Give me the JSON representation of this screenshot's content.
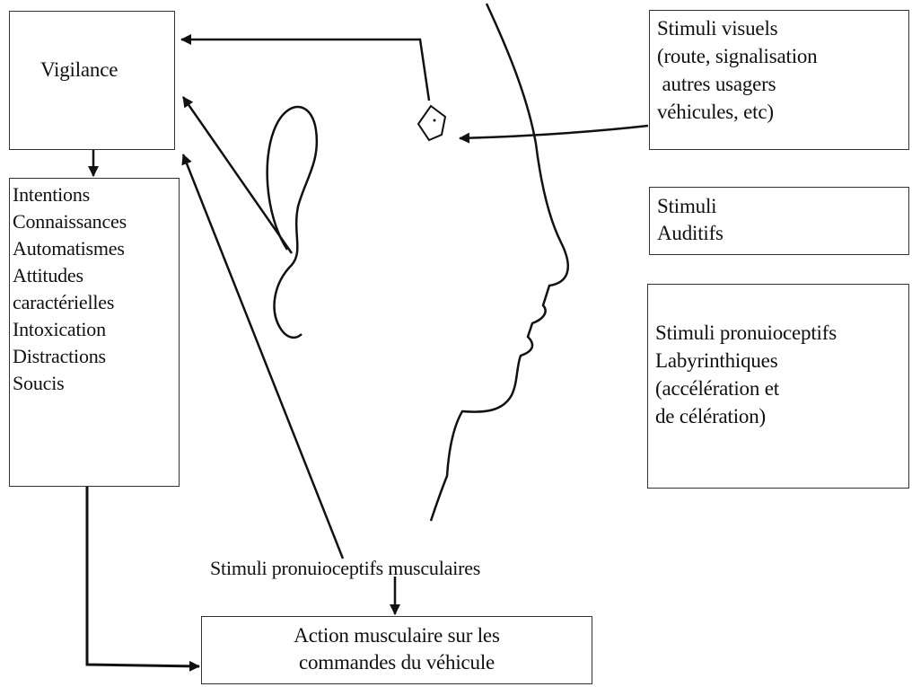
{
  "vigilance_box": {
    "label": "Vigilance"
  },
  "factors_box": {
    "items": [
      "Intentions",
      "Connaissances",
      "Automatismes",
      "Attitudes",
      "caractérielles",
      "Intoxication",
      "Distractions",
      "Soucis"
    ]
  },
  "visual_stimuli_box": {
    "lines": [
      "Stimuli  visuels",
      "(route, signalisation",
      " autres usagers",
      "véhicules, etc)"
    ]
  },
  "auditory_stimuli_box": {
    "lines": [
      "Stimuli",
      "Auditifs"
    ]
  },
  "labyrinth_stimuli_box": {
    "lines": [
      "Stimuli pronuioceptifs",
      "Labyrinthiques",
      "(accélération et",
      "de célération)"
    ]
  },
  "muscle_stimuli_label": "Stimuli pronuioceptifs musculaires",
  "action_box": {
    "lines": [
      "Action musculaire sur les",
      "commandes du véhicule"
    ]
  },
  "colors": {
    "ink": "#111111",
    "box_border": "#333333",
    "background": "#ffffff"
  }
}
